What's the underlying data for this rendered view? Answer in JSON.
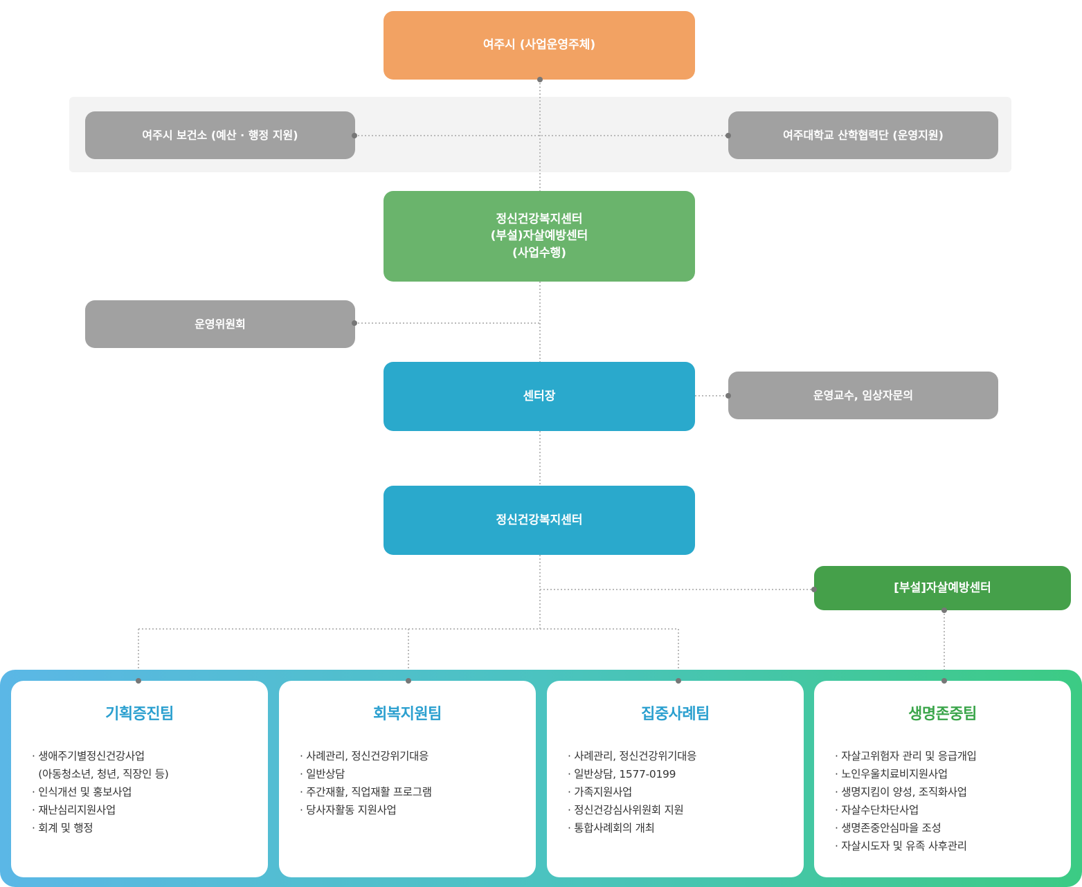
{
  "top_box": {
    "label": "여주시 (사업운영주체)"
  },
  "support_left": {
    "label": "여주시 보건소 (예산 · 행정 지원)"
  },
  "support_right": {
    "label": "여주대학교 산학협력단 (운영지원)"
  },
  "executor": {
    "line1": "정신건강복지센터",
    "line2": "(부설)자살예방센터",
    "line3": "(사업수행)"
  },
  "committee": {
    "label": "운영위원회"
  },
  "director": {
    "label": "센터장"
  },
  "advisors": {
    "label": "운영교수, 임상자문의"
  },
  "mh_center": {
    "label": "정신건강복지센터"
  },
  "suicide_center": {
    "label": "[부설]자살예방센터"
  },
  "colors": {
    "orange": "#f2a263",
    "gray": "#a1a1a1",
    "green": "#6ab46c",
    "blue": "#2aa9cc",
    "dark_green": "#45a04a",
    "team_blue": "#2a9fcf",
    "team_green": "#3aa54a"
  },
  "teams": [
    {
      "title": "기획증진팀",
      "items": [
        "· 생애주기별정신건강사업",
        "  (아동청소년, 청년, 직장인 등)",
        "· 인식개선 및 홍보사업",
        "· 재난심리지원사업",
        "· 회계 및 행정"
      ]
    },
    {
      "title": "회복지원팀",
      "items": [
        "· 사례관리, 정신건강위기대응",
        "· 일반상담",
        "· 주간재활, 직업재활 프로그램",
        "· 당사자활동 지원사업"
      ]
    },
    {
      "title": "집중사례팀",
      "items": [
        "· 사례관리, 정신건강위기대응",
        "· 일반상담, 1577-0199",
        "· 가족지원사업",
        "· 정신건강심사위원회 지원",
        "· 통합사례회의 개최"
      ]
    },
    {
      "title": "생명존중팀",
      "items": [
        "· 자살고위험자 관리 및 응급개입",
        "· 노인우울치료비지원사업",
        "· 생명지킴이 양성, 조직화사업",
        "· 자살수단차단사업",
        "· 생명존중안심마을 조성",
        "· 자살시도자 및 유족 사후관리"
      ]
    }
  ]
}
